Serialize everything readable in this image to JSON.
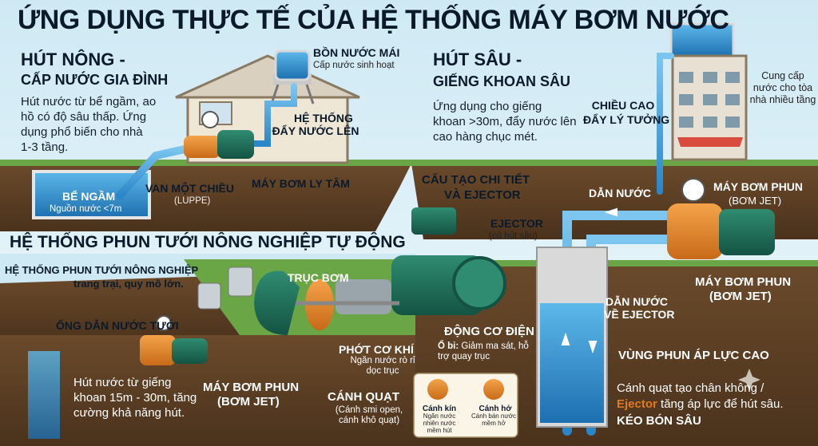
{
  "title": "ỨNG DỤNG THỰC TẾ CỦA HỆ THỐNG MÁY BƠM NƯỚC",
  "shallow": {
    "heading1": "HÚT NÔNG -",
    "heading2": "CẤP NƯỚC GIA ĐÌNH",
    "body": "Hút nước từ bể ngầm, ao hồ có độ sâu thấp. Ứng dụng phổ biến cho nhà 1-3 tầng.",
    "roof_tank": "BỒN NƯỚC MÁI",
    "roof_tank_sub": "Cấp nước sinh hoạt",
    "push_system1": "HỆ THỐNG",
    "push_system2": "ĐẨY NƯỚC LÊN",
    "underground_tank": "BỂ NGẦM",
    "underground_tank_sub": "Nguồn nước <7m",
    "check_valve": "VAN MỘT CHIỀU",
    "check_valve_sub": "(LUPPE)",
    "centrifugal_pump": "MÁY BƠM LY TÂM"
  },
  "deep": {
    "heading1": "HÚT SÂU -",
    "heading2": "GIẾNG KHOAN SÂU",
    "body": "Ứng dụng cho giếng khoan >30m, đẩy nước lên cao hàng chục mét.",
    "ideal_height1": "CHIỀU CAO",
    "ideal_height2": "ĐẨY LÝ TƯỞNG",
    "building_supply": "Cung cấp nước cho tòa nhà nhiều tầng",
    "water_line": "DẪN NƯỚC",
    "jet_pump_top1": "MÁY BƠM PHUN",
    "jet_pump_top2": "(BƠM JET)",
    "ejector": "EJECTOR",
    "ejector_sub": "(củ hút sâu)",
    "jet_pump_mid1": "MÁY BƠM PHUN",
    "jet_pump_mid2": "(BƠM JET)",
    "to_ejector1": "DẪN NƯỚC",
    "to_ejector2": "VỀ EJECTOR",
    "high_pressure": "VÙNG PHUN ÁP LỰC CAO",
    "footer1": "Cánh quạt tạo chân không /",
    "footer2_hl": "Ejector",
    "footer2_rest": " tăng áp lực để hút sâu.",
    "footer3": "KÉO BÓN SÂU"
  },
  "detail": {
    "heading1": "CẤU TẠO CHI TIẾT",
    "heading2": "VÀ EJECTOR",
    "shaft": "TRỤC BƠM",
    "motor": "ĐỘNG CƠ ĐIỆN",
    "bearing_lbl": "Ổ bi:",
    "bearing_desc": " Giảm ma sát, hỗ trợ quay trục",
    "seal": "PHỚT CƠ KHÍ",
    "seal_sub": "Ngăn nước rò rỉ dọc trục",
    "impeller": "CÁNH QUẠT",
    "impeller_sub": "(Cánh smi open, cánh khô quạt)",
    "closed_title": "Cánh kín",
    "closed_sub": "Ngăn nước nhiên nước mềm hút",
    "open_title": "Cánh hở",
    "open_sub": "Cánh bán nước mềm hở"
  },
  "agri": {
    "heading": "HỆ THỐNG PHUN TƯỚI NÔNG NGHIỆP TỰ ĐỘNG",
    "system1": "HỆ THỐNG PHUN TƯỚI NÔNG NGHIỆP",
    "system2": "trang trại, quy mô lớn.",
    "pipe": "ỐNG DẪN NƯỚC TƯỚI",
    "body": "Hút nước từ giếng khoan 15m - 30m, tăng cường khả năng hút.",
    "jet1": "MÁY BƠM PHUN",
    "jet2": "(BƠM JET)"
  },
  "colors": {
    "water": "#2b8fd6",
    "soil": "#5a3d22",
    "grass": "#5c9a3a",
    "pump_body": "#1f6f5a",
    "pump_orange": "#e8892a",
    "ejector_highlight": "#e07a1f"
  }
}
